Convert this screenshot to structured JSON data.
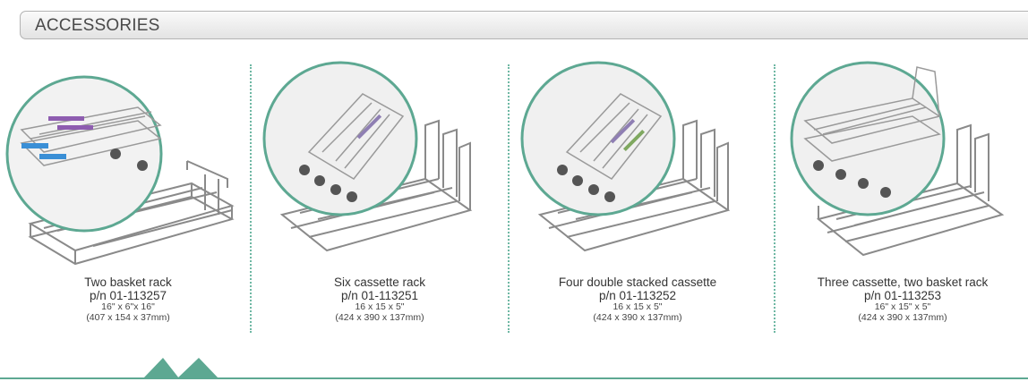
{
  "section": {
    "title": "ACCESSORIES"
  },
  "products": [
    {
      "name": "Two basket rack",
      "pn": "p/n 01-113257",
      "dim": "16\" x 6\"x 16\"",
      "mm": "(407 x 154 x 37mm)"
    },
    {
      "name": "Six cassette rack",
      "pn": "p/n 01-113251",
      "dim": "16 x 15 x 5\"",
      "mm": "(424 x 390 x 137mm)"
    },
    {
      "name": "Four double stacked cassette",
      "pn": "p/n 01-113252",
      "dim": "16 x 15 x 5\"",
      "mm": "(424 x 390 x 137mm)"
    },
    {
      "name": "Three cassette, two basket rack",
      "pn": "p/n 01-113253",
      "dim": "16\" x 15\" x 5\"",
      "mm": "(424 x 390 x 137mm)"
    }
  ],
  "colors": {
    "accent": "#5da892",
    "wire": "#8a8a8a",
    "header_border": "#b3b3b3"
  },
  "icons": [
    "zoom-circle-icon",
    "wire-rack-icon"
  ]
}
